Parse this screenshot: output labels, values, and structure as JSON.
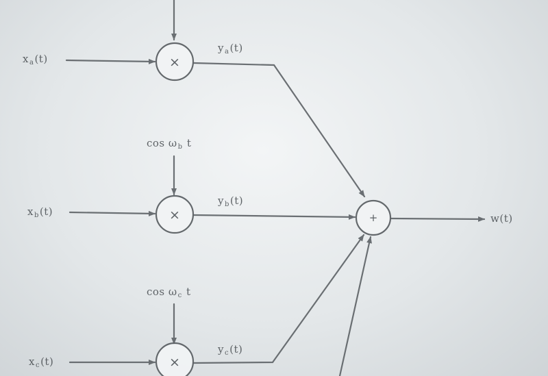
{
  "diagram": {
    "inputs": [
      {
        "var": "x",
        "sub": "a",
        "arg": "(t)"
      },
      {
        "var": "x",
        "sub": "b",
        "arg": "(t)"
      },
      {
        "var": "x",
        "sub": "c",
        "arg": "(t)"
      }
    ],
    "carriers": [
      {
        "text": "cos ω",
        "sub": "b",
        "tail": " t"
      },
      {
        "text": "cos ω",
        "sub": "c",
        "tail": " t"
      }
    ],
    "products": [
      {
        "var": "y",
        "sub": "a",
        "arg": "(t)"
      },
      {
        "var": "y",
        "sub": "b",
        "arg": "(t)"
      },
      {
        "var": "y",
        "sub": "c",
        "arg": "(t)"
      }
    ],
    "multiplier_symbol": "×",
    "adder_symbol": "+",
    "output": {
      "text": "w(t)"
    }
  }
}
